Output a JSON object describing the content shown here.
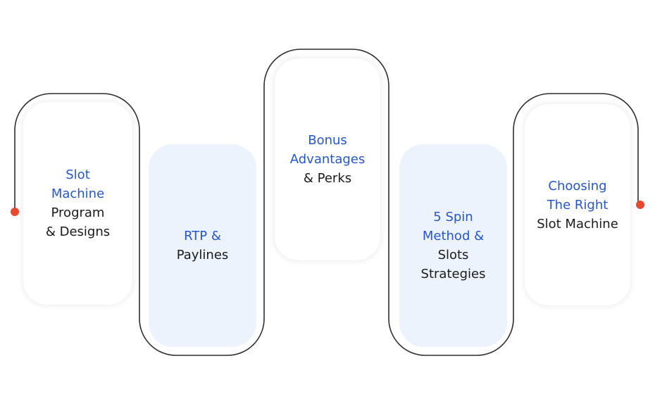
{
  "steps": [
    {
      "highlight": [
        "Slot",
        "Machine"
      ],
      "text": [
        "Program",
        "& Designs"
      ]
    },
    {
      "highlight": [
        "RTP &"
      ],
      "text": [
        "Paylines"
      ]
    },
    {
      "highlight": [
        "Bonus",
        "Advantages"
      ],
      "text": [
        "& Perks"
      ]
    },
    {
      "highlight": [
        "5 Spin",
        "Method &"
      ],
      "text": [
        "Slots",
        "Strategies"
      ]
    },
    {
      "highlight": [
        "Choosing",
        "The Right"
      ],
      "text": [
        "Slot Machine"
      ]
    }
  ],
  "colors": {
    "highlight": "#2557c9",
    "text": "#1a1a1a",
    "dot": "#e8482f",
    "line": "#2d2d2d",
    "blue_card": "#edf3fc"
  }
}
